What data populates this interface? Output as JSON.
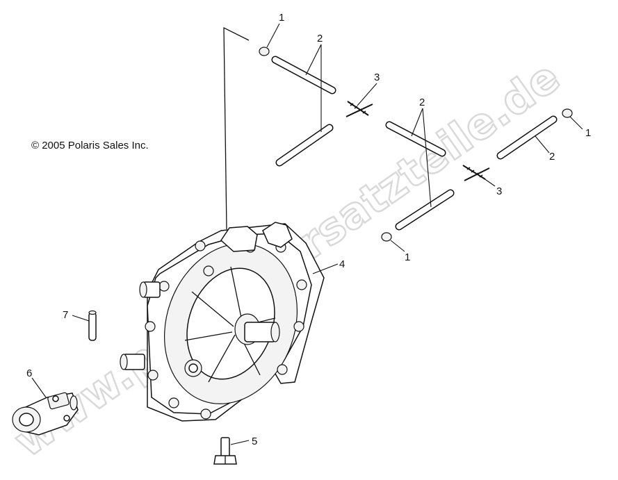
{
  "copyright": "© 2005 Polaris Sales Inc.",
  "watermark": "www.polaris-ersatzteile.de",
  "callouts": [
    {
      "id": "c1a",
      "label": "1"
    },
    {
      "id": "c2a",
      "label": "2"
    },
    {
      "id": "c3a",
      "label": "3"
    },
    {
      "id": "c2b",
      "label": "2"
    },
    {
      "id": "c1b",
      "label": "1"
    },
    {
      "id": "c2c",
      "label": "2"
    },
    {
      "id": "c3b",
      "label": "3"
    },
    {
      "id": "c1c",
      "label": "1"
    },
    {
      "id": "c4",
      "label": "4"
    },
    {
      "id": "c7",
      "label": "7"
    },
    {
      "id": "c6",
      "label": "6"
    },
    {
      "id": "c5",
      "label": "5"
    }
  ]
}
